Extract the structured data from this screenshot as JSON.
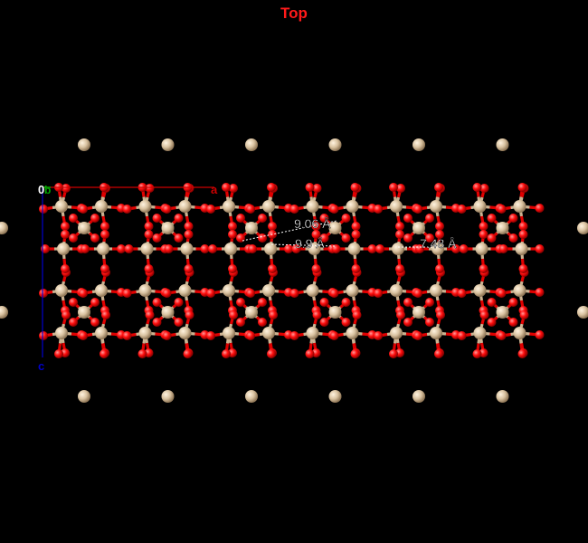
{
  "view": {
    "title": "Top",
    "title_color": "#ff1a1a",
    "background": "#000000"
  },
  "cell_axes": {
    "origin_label": "0",
    "a_label": "a",
    "b_label": "b",
    "c_label": "c",
    "a_color": "#cc0000",
    "b_color": "#00aa00",
    "c_color": "#0000cc"
  },
  "measurements": [
    {
      "label": "9.06 Å"
    },
    {
      "label": "9.9 Å"
    },
    {
      "label": "7.48 Å"
    }
  ],
  "atom_colors": {
    "si": "#d9c2a0",
    "o": "#ff0d0d"
  }
}
